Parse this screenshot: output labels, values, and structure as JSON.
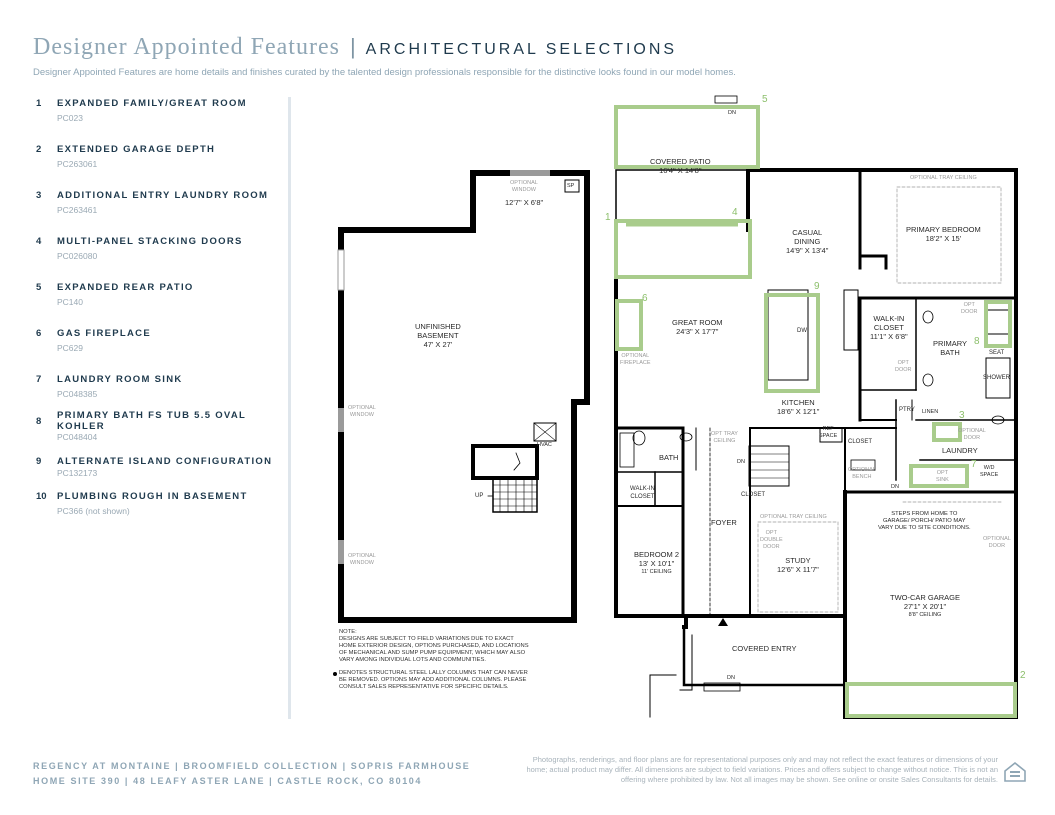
{
  "header": {
    "title": "Designer Appointed Features",
    "separator": "|",
    "subtitle_caps": "ARCHITECTURAL SELECTIONS",
    "description": "Designer Appointed Features are home details and finishes curated by the talented design professionals responsible for the distinctive looks found in our model homes."
  },
  "features": [
    {
      "num": "1",
      "label": "EXPANDED FAMILY/GREAT ROOM",
      "code": "PC023"
    },
    {
      "num": "2",
      "label": "EXTENDED GARAGE DEPTH",
      "code": "PC263061"
    },
    {
      "num": "3",
      "label": "ADDITIONAL ENTRY LAUNDRY ROOM",
      "code": "PC263461"
    },
    {
      "num": "4",
      "label": "MULTI-PANEL STACKING DOORS",
      "code": "PC026080"
    },
    {
      "num": "5",
      "label": "EXPANDED REAR PATIO",
      "code": "PC140"
    },
    {
      "num": "6",
      "label": "GAS FIREPLACE",
      "code": "PC629"
    },
    {
      "num": "7",
      "label": "LAUNDRY ROOM SINK",
      "code": "PC048385"
    },
    {
      "num": "8",
      "label": "PRIMARY BATH FS TUB 5.5 OVAL KOHLER",
      "code": "PC048404"
    },
    {
      "num": "9",
      "label": "ALTERNATE ISLAND CONFIGURATION",
      "code": "PC132173"
    },
    {
      "num": "10",
      "label": "PLUMBING ROUGH IN BASEMENT",
      "code": "PC366 (not shown)"
    }
  ],
  "basement": {
    "room_name": "UNFINISHED",
    "room_name2": "BASEMENT",
    "room_dims": "47' X 27'",
    "mech_dims": "12'7\" X 6'8\"",
    "optional_window": "OPTIONAL",
    "optional_window2": "WINDOW",
    "hvac": "HVAC",
    "sp": "SP",
    "up": "UP",
    "note_title": "NOTE:",
    "note_lines": [
      "DESIGNS ARE SUBJECT TO FIELD VARIATIONS DUE TO EXACT",
      "HOME EXTERIOR DESIGN, OPTIONS PURCHASED, AND LOCATIONS",
      "OF MECHANICAL AND SUMP PUMP EQUIPMENT, WHICH MAY ALSO",
      "VARY AMONG INDIVIDUAL LOTS AND COMMUNITIES."
    ],
    "column_note_lines": [
      "DENOTES STRUCTURAL STEEL LALLY COLUMNS THAT CAN NEVER",
      "BE REMOVED. OPTIONS MAY ADD ADDITIONAL COLUMNS. PLEASE",
      "CONSULT SALES REPRESENTATIVE FOR SPECIFIC DETAILS."
    ]
  },
  "main_floor": {
    "covered_patio": "COVERED PATIO",
    "covered_patio_dims": "16'4\" X 14'8\"",
    "casual_dining": "CASUAL",
    "casual_dining2": "DINING",
    "casual_dining_dims": "14'9\" X 13'4\"",
    "primary_bedroom": "PRIMARY BEDROOM",
    "primary_bedroom_dims": "18'2\" X 15'",
    "optional_tray_ceiling": "OPTIONAL TRAY CEILING",
    "great_room": "GREAT ROOM",
    "great_room_dims": "24'3\" X 17'7\"",
    "optional_fireplace": "OPTIONAL",
    "optional_fireplace2": "FIREPLACE",
    "walk_in_closet": "WALK-IN",
    "walk_in_closet2": "CLOSET",
    "walk_in_closet_dims": "11'1\" X 6'8\"",
    "primary_bath": "PRIMARY",
    "primary_bath2": "BATH",
    "dw": "DW",
    "kitchen": "KITCHEN",
    "kitchen_dims": "18'6\" X 12'1\"",
    "ref_space": "REF",
    "ref_space2": "SPACE",
    "closet": "CLOSET",
    "ptry": "PTRY",
    "linen": "LINEN",
    "opt_door": "OPT",
    "opt_door2": "DOOR",
    "optional_door": "OPTIONAL",
    "optional_door2": "DOOR",
    "seat": "SEAT",
    "shower": "SHOWER",
    "laundry": "LAUNDRY",
    "wd_space": "W/D",
    "wd_space2": "SPACE",
    "opt_sink": "OPT",
    "opt_sink2": "SINK",
    "optional_bench": "OPTIONAL",
    "optional_bench2": "BENCH",
    "bath": "BATH",
    "opt_tray_ceiling": "OPT TRAY",
    "opt_tray_ceiling2": "CEILING",
    "walk_in_closet_b": "WALK-IN",
    "walk_in_closet_b2": "CLOSET",
    "foyer": "FOYER",
    "closet2": "CLOSET",
    "dn": "DN",
    "bedroom2": "BEDROOM 2",
    "bedroom2_dims": "13' X 10'1\"",
    "bedroom2_ceiling": "11' CEILING",
    "study": "STUDY",
    "study_dims": "12'6\" X 11'7\"",
    "opt_double_door": "OPT",
    "opt_double_door2": "DOUBLE",
    "opt_double_door3": "DOOR",
    "covered_entry": "COVERED ENTRY",
    "steps_note": [
      "STEPS FROM HOME TO",
      "GARAGE/ PORCH/ PATIO MAY",
      "VARY DUE TO SITE CONDITIONS."
    ],
    "garage": "TWO-CAR GARAGE",
    "garage_dims": "27'1\" X 20'1\"",
    "garage_ceiling": "8'8\" CEILING"
  },
  "callouts": [
    "1",
    "2",
    "3",
    "4",
    "5",
    "6",
    "7",
    "8",
    "9"
  ],
  "footer": {
    "line1": "REGENCY AT MONTAINE | BROOMFIELD COLLECTION | SOPRIS FARMHOUSE",
    "line2": "HOME SITE 390 | 48 LEAFY ASTER LANE | CASTLE ROCK, CO 80104",
    "disclaimer": "Photographs, renderings, and floor plans are for representational purposes only and may not reflect the exact features or dimensions of your home; actual product may differ. All dimensions are subject to field variations. Prices and offers subject to change without notice. This is not an offering where prohibited by law. Not all images may be shown. See online or onsite Sales Consultants for details."
  },
  "colors": {
    "highlight": "#a9cc8c",
    "title_light": "#8fa6b5",
    "navy": "#1f3a4d"
  },
  "icons": [
    "equal-housing-icon"
  ]
}
